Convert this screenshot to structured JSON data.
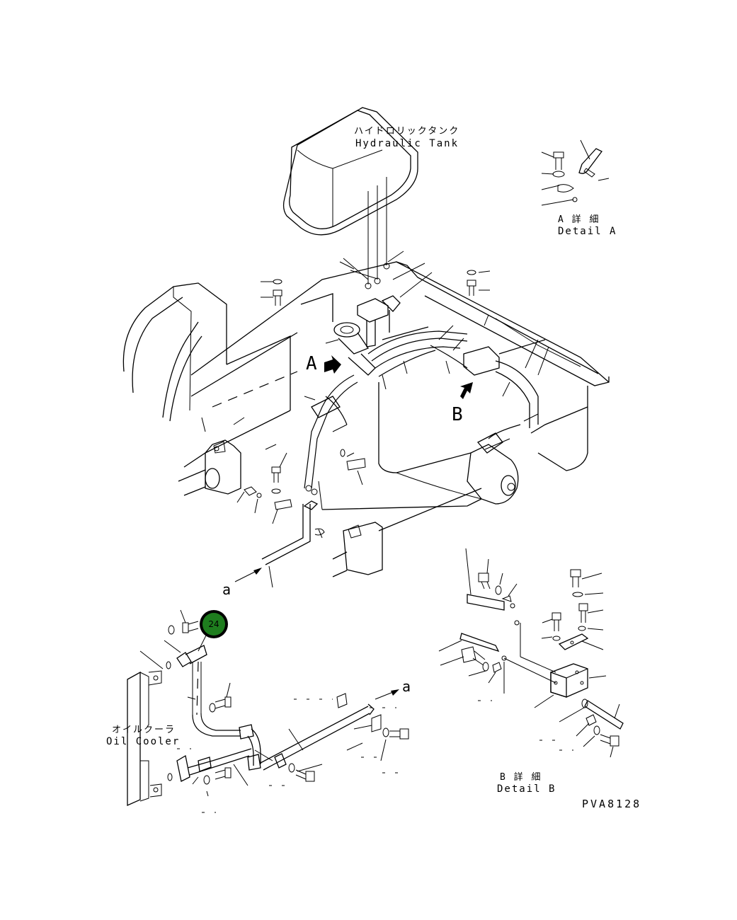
{
  "labels": {
    "hydraulic_tank_jp": "ハイドロリックタンク",
    "hydraulic_tank_en": "Hydraulic Tank",
    "detail_a_jp": "A 詳 細",
    "detail_a_en": "Detail A",
    "detail_b_jp": "B 詳 細",
    "detail_b_en": "Detail B",
    "oil_cooler_jp": "オイルクーラ",
    "oil_cooler_en": "Oil Cooler",
    "view_a": "A",
    "view_b": "B",
    "arrow_a_lower": "a",
    "arrow_a_right": "a",
    "drawing_code": "PVA8128"
  },
  "callout": {
    "number": "24",
    "color": "#1e7d1e"
  }
}
